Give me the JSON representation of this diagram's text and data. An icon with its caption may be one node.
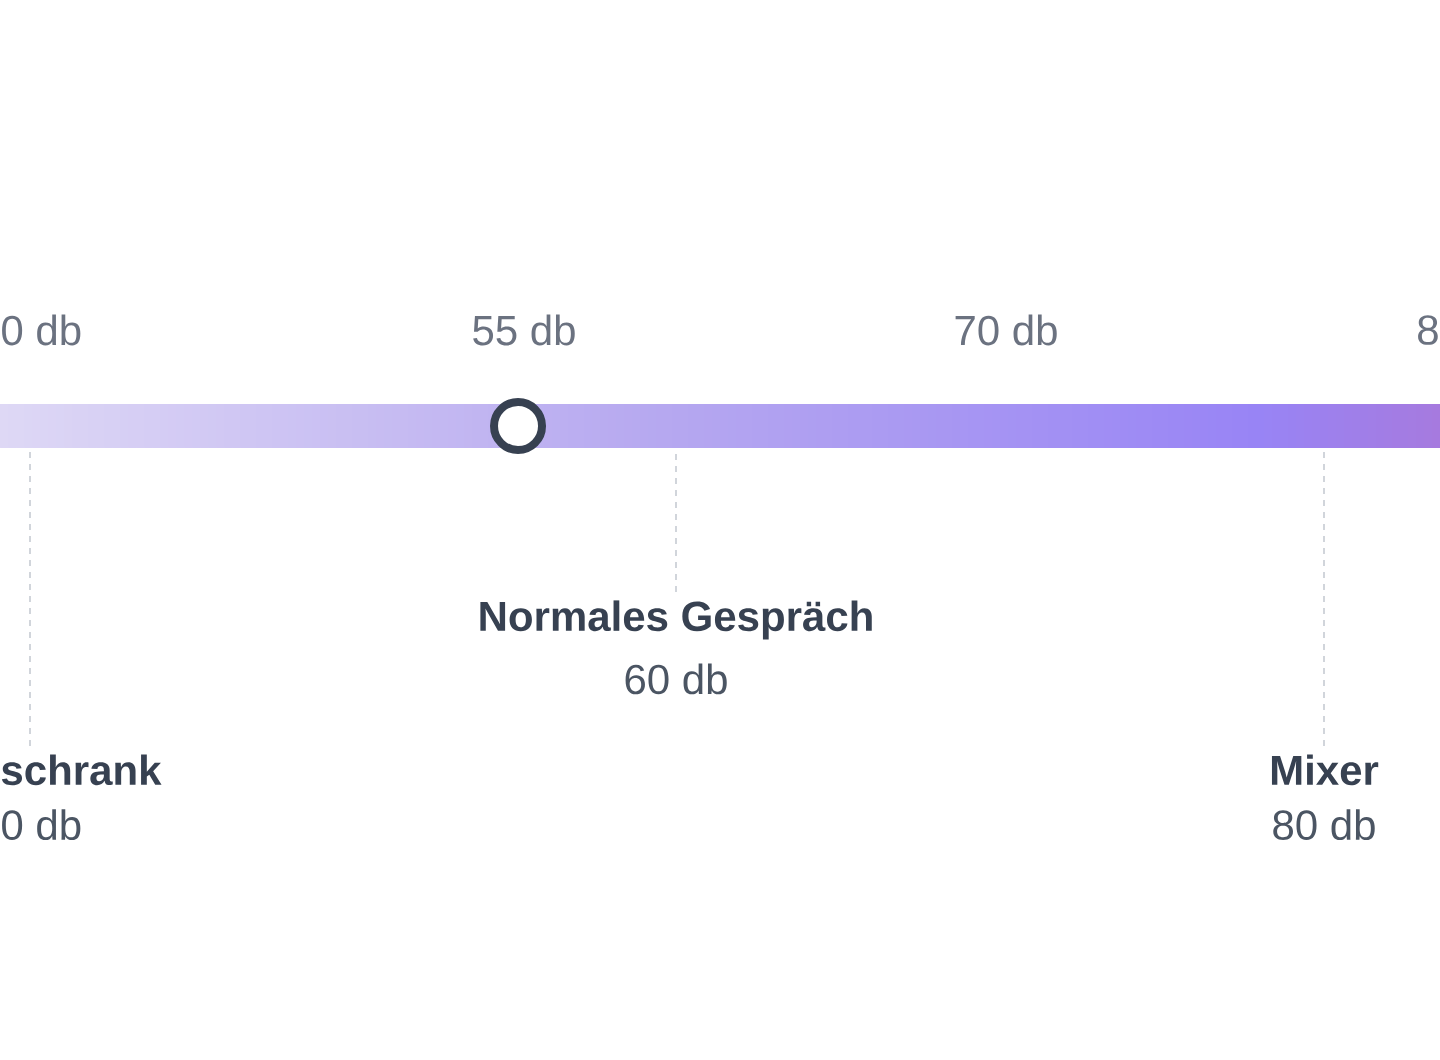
{
  "diagram": {
    "nodes": [
      {
        "text": [],
        "shape": "bar"
      },
      {
        "text": [
          "schrank",
          "0 db"
        ]
      },
      {
        "text": [
          "Normales Gespräch",
          "60 db"
        ]
      },
      {
        "text": [
          "Mixer",
          "80 db"
        ]
      }
    ],
    "edges": [
      {
        "from": 1,
        "to": 0,
        "arrow": "none",
        "style": "dashed"
      },
      {
        "from": 2,
        "to": 0,
        "arrow": "none",
        "style": "dashed"
      },
      {
        "from": 3,
        "to": 0,
        "arrow": "none",
        "style": "dashed"
      }
    ],
    "labels": [
      "0 db",
      "55 db",
      "70 db",
      "8"
    ]
  }
}
